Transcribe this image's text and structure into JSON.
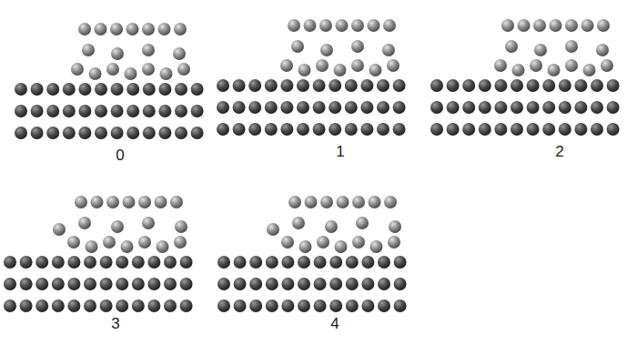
{
  "diagram": {
    "labels": [
      "0",
      "1",
      "2",
      "3",
      "4"
    ]
  }
}
